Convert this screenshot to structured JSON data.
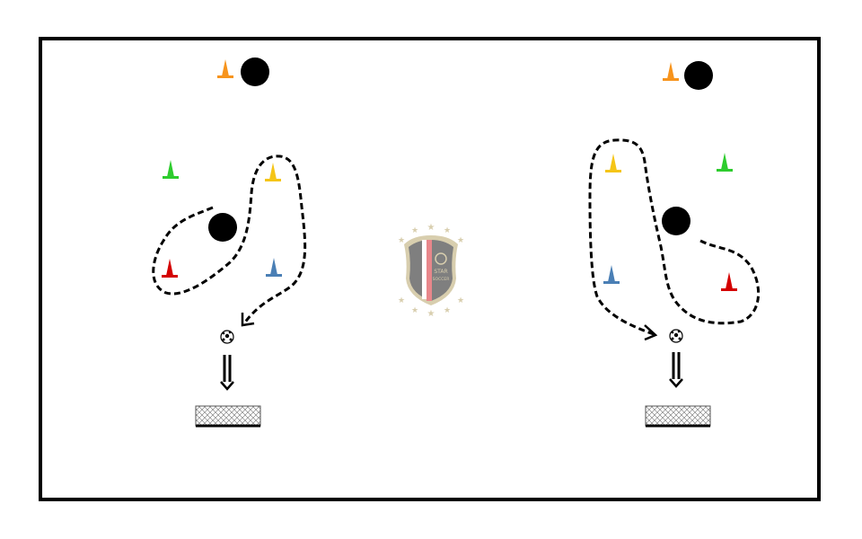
{
  "logo": {
    "text_line1": "STAR",
    "text_line2": "SOCCER"
  },
  "colors": {
    "orange_cone": "#f7941d",
    "green_cone": "#2ecc2e",
    "yellow_cone": "#f5c518",
    "red_cone": "#d40000",
    "blue_cone": "#4a7fb5",
    "player": "#000000",
    "logo_gold": "#d8ceae",
    "logo_gray": "#7f7f7f",
    "logo_pink": "#e8878b"
  },
  "drills": [
    {
      "side": "left",
      "cones": [
        "orange",
        "green",
        "yellow",
        "red",
        "blue"
      ]
    },
    {
      "side": "right",
      "cones": [
        "orange",
        "yellow",
        "green",
        "blue",
        "red"
      ]
    }
  ]
}
